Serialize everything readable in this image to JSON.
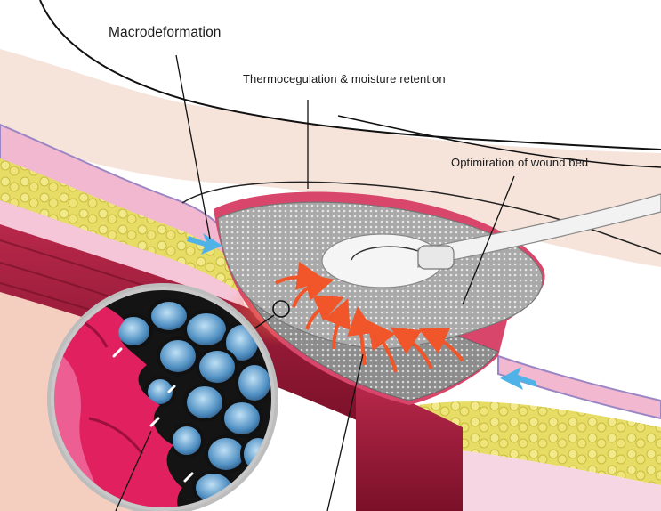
{
  "labels": {
    "macrodeformation": "Macrodeformation",
    "thermoregulation": "Thermocegulation & moisture retention",
    "optimization": "Optimiration of wound bed"
  },
  "colors": {
    "skin_surface": "#f4ddd3",
    "epidermis": "#f2b7cf",
    "dermis_outline": "#9a86c4",
    "fat": "#e8df6e",
    "muscle": "#9b1c3a",
    "wound_edge": "#d9466b",
    "foam": "#9a9a9a",
    "pressure_arrow": "#f0562a",
    "flow_arrow": "#4fb3e8"
  },
  "icons": [
    "pressure-arrow-icon",
    "flow-arrow-icon",
    "magnifier-icon"
  ]
}
